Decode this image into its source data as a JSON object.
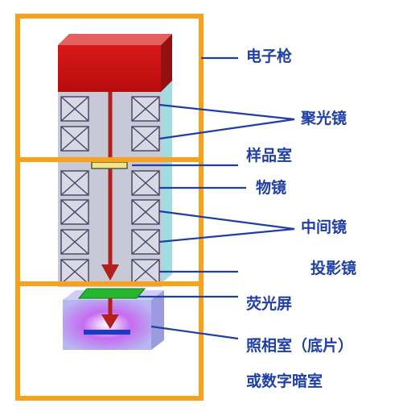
{
  "labels": {
    "electron_gun": "电子枪",
    "condenser": "聚光镜",
    "sample_chamber": "样品室",
    "objective": "物镜",
    "intermediate": "中间镜",
    "projector": "投影镜",
    "screen": "荧光屏",
    "camera_line1": "照相室（底片）",
    "camera_line2": "或数字暗室"
  },
  "colors": {
    "frame": "#f7a21a",
    "gun": "#cc1010",
    "beam": "#b31f1f",
    "column": "#c7c9d6",
    "shadow": "#9fdde0",
    "lens_fill": "#d8d9e4",
    "lens_stroke": "#4a4a6a",
    "leader": "#1f3fa6",
    "text": "#1f3fa6",
    "screen": "#26b52e",
    "chamber": "#b9b8f0",
    "film": "#1a3cc4"
  }
}
